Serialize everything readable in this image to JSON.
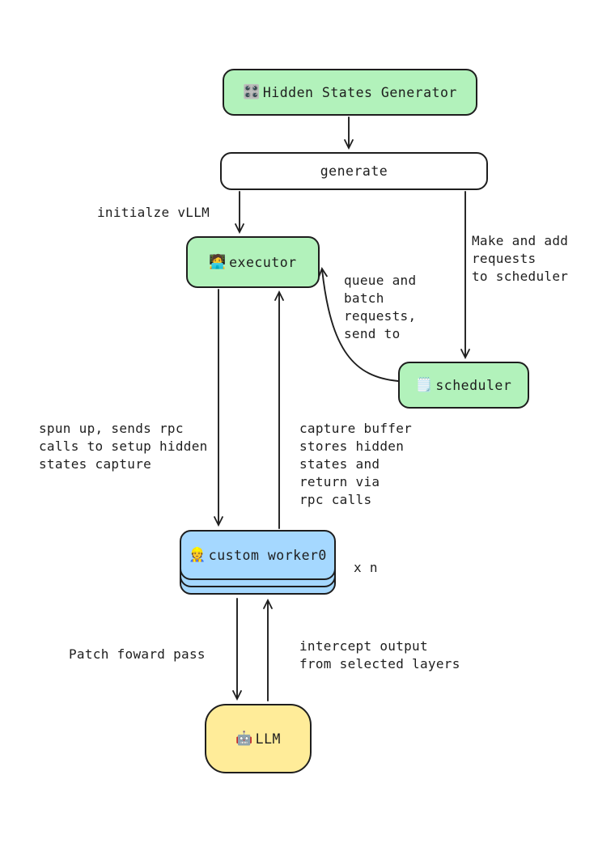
{
  "diagram": {
    "colors": {
      "stroke": "#1e1e1e",
      "node_green": "#b2f2bb",
      "node_blue": "#a5d8ff",
      "node_yellow": "#ffec99",
      "node_white": "#ffffff",
      "background": "#ffffff"
    },
    "nodes": {
      "generator": {
        "icon": "🎛️",
        "label": "Hidden States Generator"
      },
      "generate": {
        "label": "generate"
      },
      "executor": {
        "icon": "🧑‍💻",
        "label": "executor"
      },
      "scheduler": {
        "icon": "🗒️",
        "label": "scheduler"
      },
      "worker": {
        "icon": "👷",
        "label": "custom worker0",
        "multiplier": "x n"
      },
      "llm": {
        "icon": "🤖",
        "label": "LLM"
      }
    },
    "labels": {
      "initialize_vllm": "initialze vLLM",
      "make_and_add": "Make and add\nrequests\nto scheduler",
      "queue_and_batch": "queue and\nbatch\nrequests,\nsend to",
      "spun_up": "spun up, sends rpc\ncalls to setup hidden\nstates capture",
      "capture_buffer": "capture buffer\nstores hidden\nstates and\nreturn via\nrpc calls",
      "patch_forward": "Patch foward pass",
      "intercept_output": "intercept output\nfrom selected layers"
    }
  }
}
